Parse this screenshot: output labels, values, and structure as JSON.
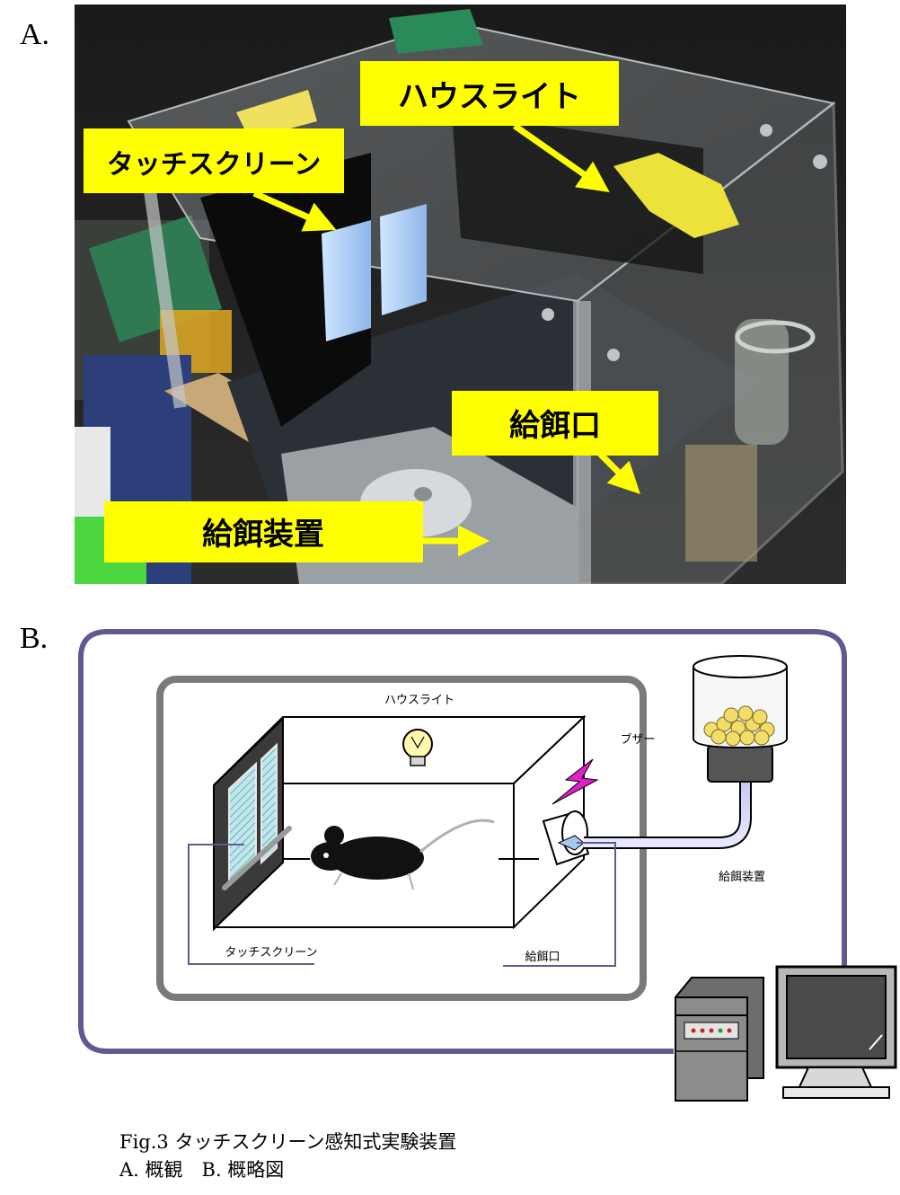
{
  "panels": {
    "a": {
      "letter": "A."
    },
    "b": {
      "letter": "B."
    }
  },
  "photo_labels": {
    "house_light": "ハウスライト",
    "touch_screen": "タッチスクリーン",
    "feeder_port": "給餌口",
    "feeder_device": "給餌装置"
  },
  "diagram_labels": {
    "house_light": "ハウスライト",
    "buzzer": "ブザー",
    "feeder_device": "給餌装置",
    "touch_screen": "タッチスクリーン",
    "feeder_port": "給餌口"
  },
  "caption": {
    "line1": "Fig.3 タッチスクリーン感知式実験装置",
    "line2": "A. 概観　B. 概略図"
  },
  "colors": {
    "callout_fill": "#ffff00",
    "outer_frame": "#5e5a92",
    "inner_frame": "#7a7a7a",
    "buzzer_accent": "#e020c8"
  }
}
